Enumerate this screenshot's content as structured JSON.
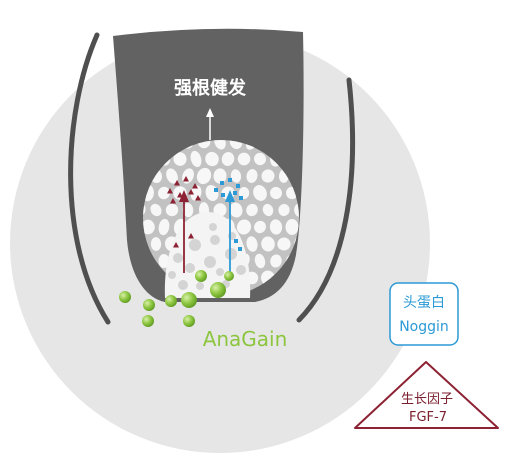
{
  "diagram": {
    "headline": "强根健发",
    "product_label": "AnaGain",
    "noggin_box": {
      "line1": "头蛋白",
      "line2": "Noggin"
    },
    "growth_factor_triangle": {
      "line1": "生长因子",
      "line2": "FGF-7"
    }
  },
  "colors": {
    "background_circle": "#e6e6e6",
    "follicle_dark": "#626262",
    "sheath_line": "#4f4f4f",
    "matrix_gray": "#c2c2c2",
    "papilla_white": "#f4f4f4",
    "anagain_green": "#8cc63f",
    "noggin_blue": "#2b9ad6",
    "fgf_red": "#8c2233"
  }
}
